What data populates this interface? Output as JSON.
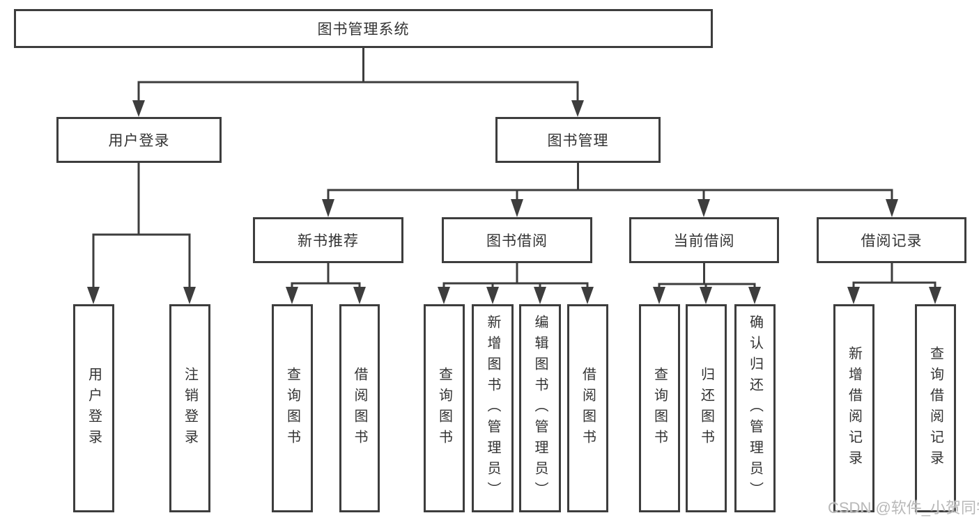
{
  "tree": {
    "root": "图书管理系统",
    "branches": [
      {
        "label": "用户登录",
        "children": [
          "用户登录",
          "注销登录"
        ]
      },
      {
        "label": "图书管理",
        "groups": [
          {
            "label": "新书推荐",
            "children": [
              "查询图书",
              "借阅图书"
            ]
          },
          {
            "label": "图书借阅",
            "children": [
              "查询图书",
              "新增图书（管理员）",
              "编辑图书（管理员）",
              "借阅图书"
            ]
          },
          {
            "label": "当前借阅",
            "children": [
              "查询图书",
              "归还图书",
              "确认归还（管理员）"
            ]
          },
          {
            "label": "借阅记录",
            "children": [
              "新增借阅记录",
              "查询借阅记录"
            ]
          }
        ]
      }
    ]
  },
  "watermark": "CSDN @软件_小贺同学",
  "colors": {
    "line": "#3d3d3d",
    "text": "#333333",
    "watermark": "#b8b8b8",
    "background": "#ffffff"
  }
}
